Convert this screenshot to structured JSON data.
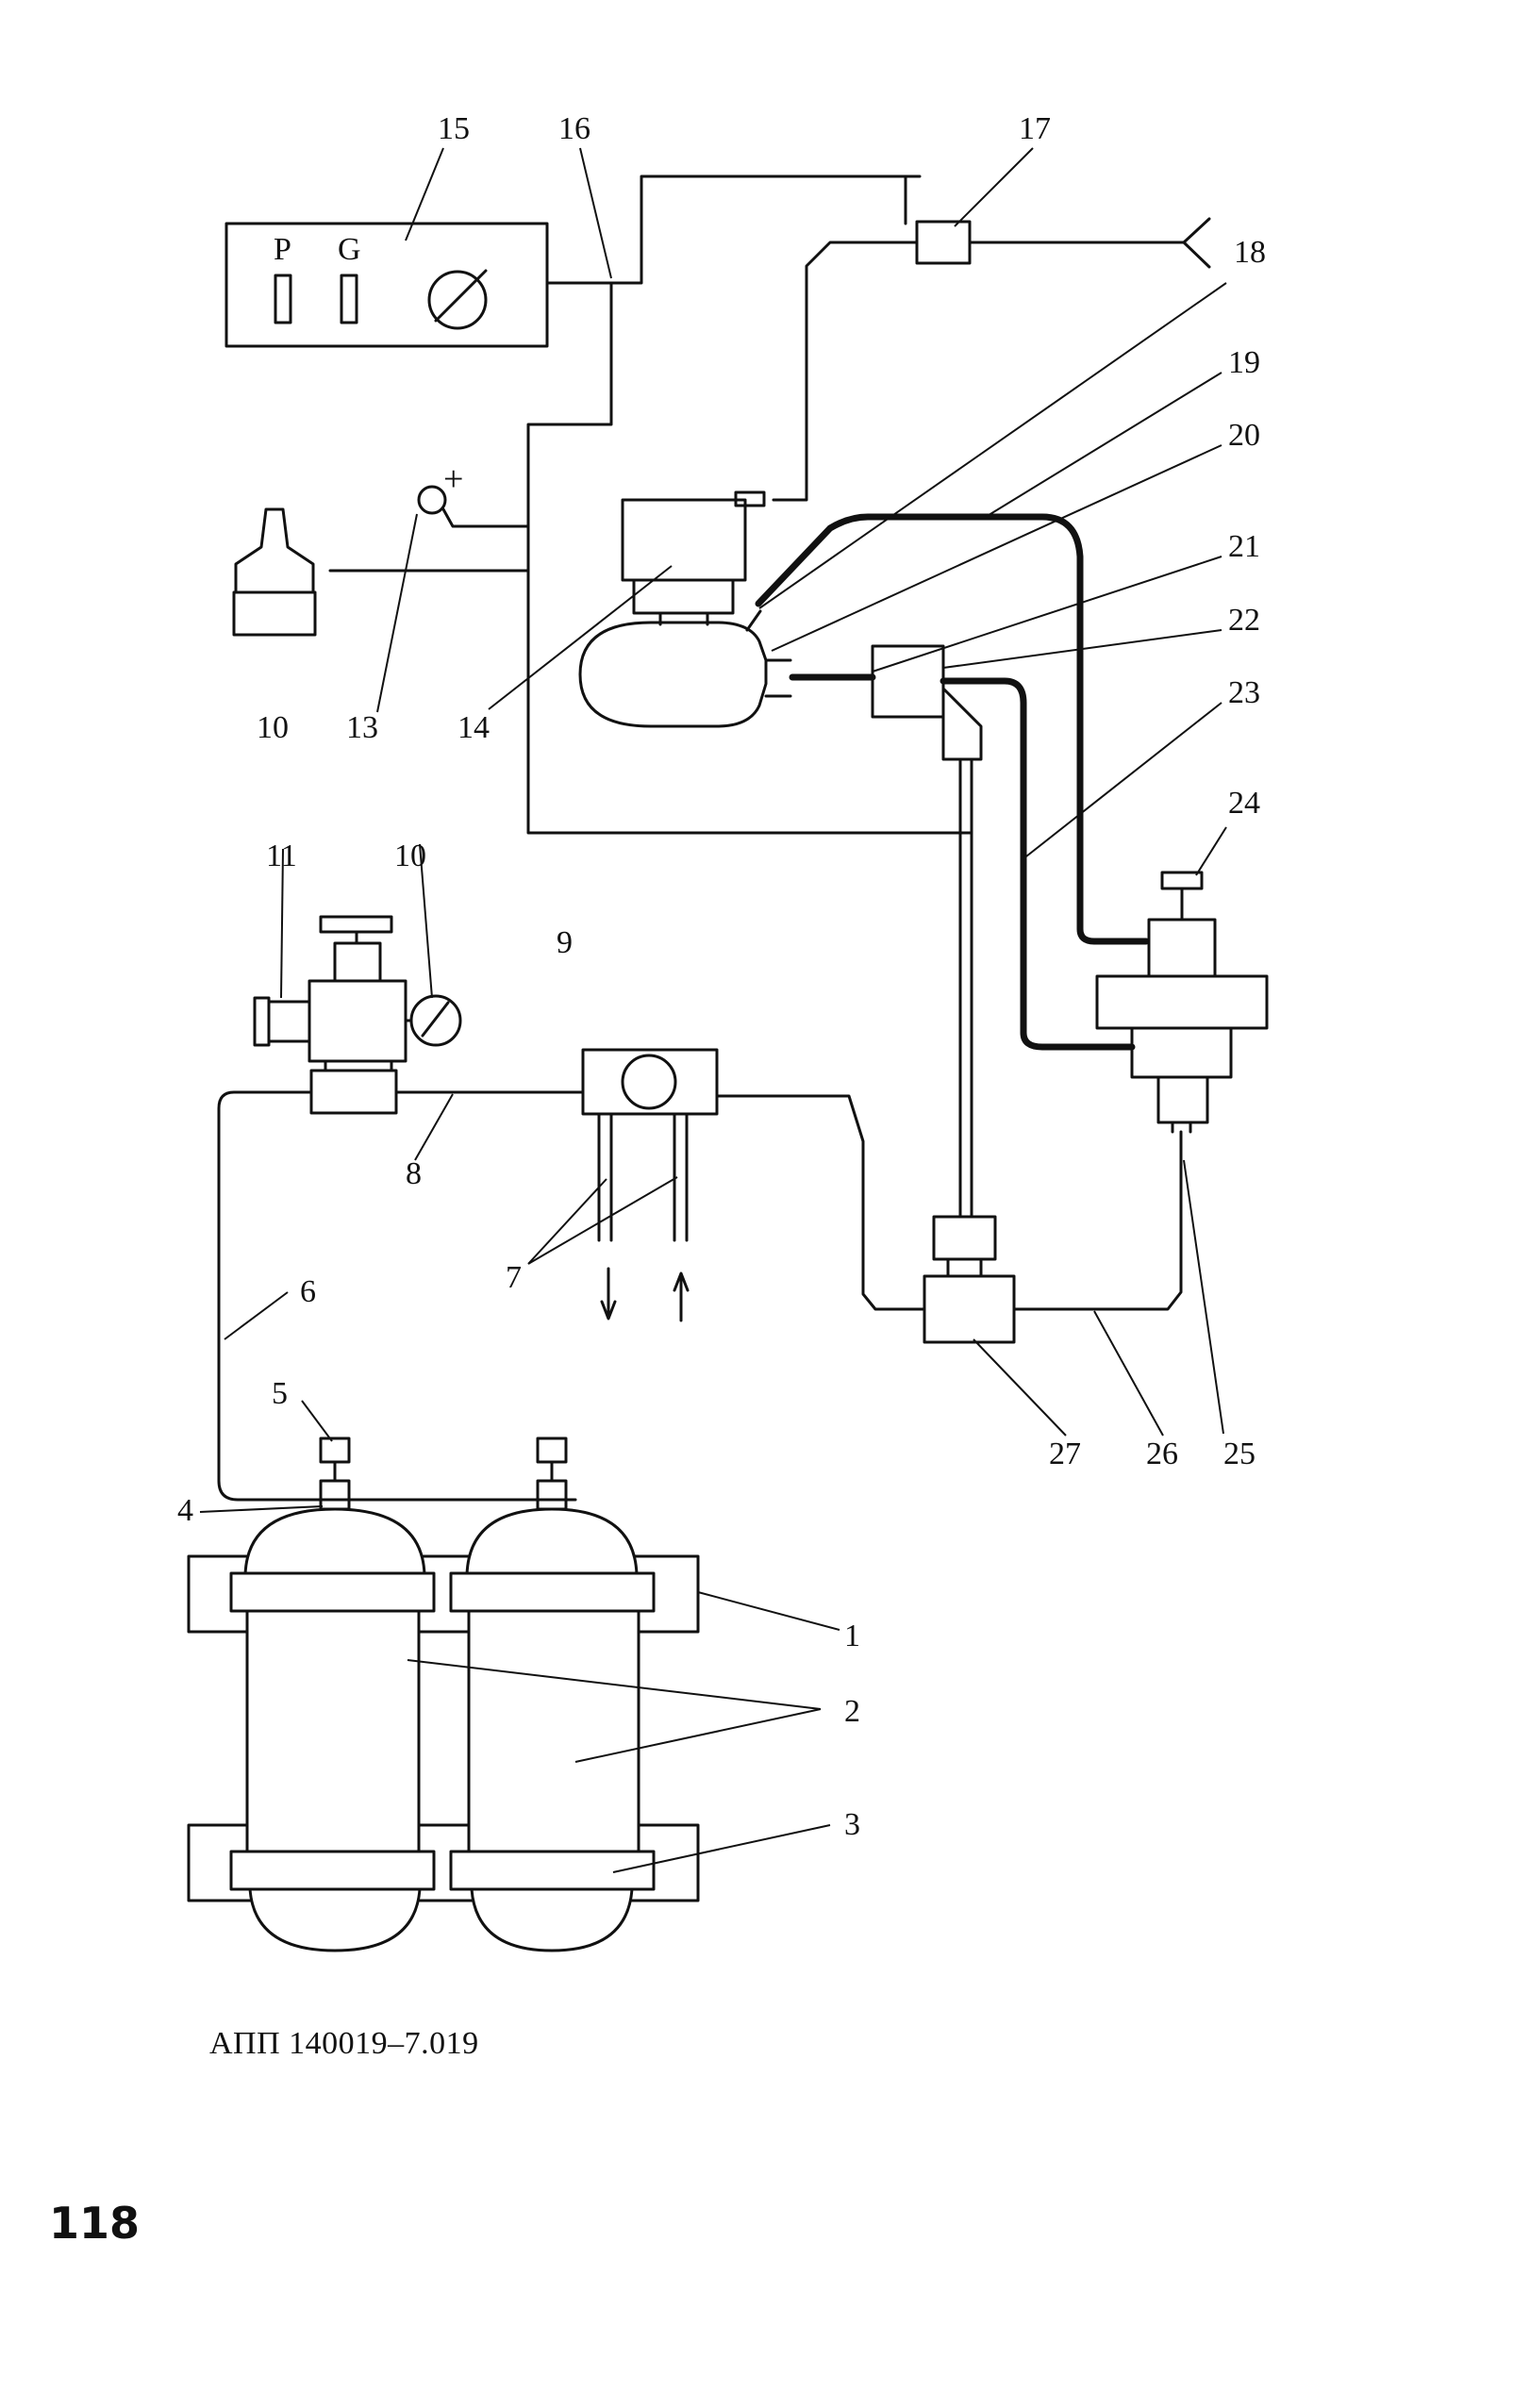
{
  "callouts": {
    "c1": "1",
    "c2": "2",
    "c3": "3",
    "c4": "4",
    "c5": "5",
    "c6": "6",
    "c7": "7",
    "c8": "8",
    "c9": "9",
    "c10a": "10",
    "c10b": "10",
    "c11": "11",
    "c13": "13",
    "c14": "14",
    "c15": "15",
    "c16": "16",
    "c17": "17",
    "c18": "18",
    "c19": "19",
    "c20": "20",
    "c21": "21",
    "c22": "22",
    "c23": "23",
    "c24": "24",
    "c25": "25",
    "c26": "26",
    "c27": "27"
  },
  "control_panel": {
    "p_label": "P",
    "g_label": "G"
  },
  "polarity_sign": "+",
  "caption": "АПП 140019–7.019",
  "page_number": "118"
}
